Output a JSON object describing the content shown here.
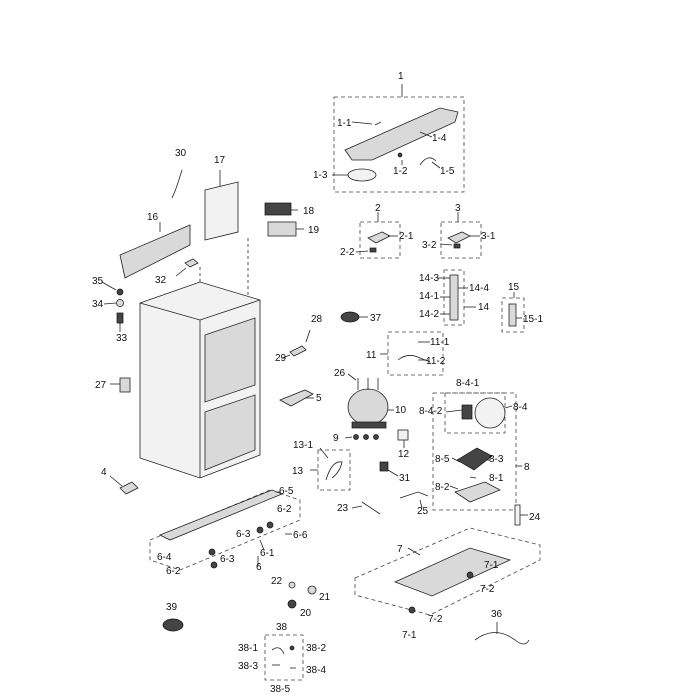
{
  "callouts": [
    {
      "id": "c1",
      "text": "1"
    },
    {
      "id": "c1_1",
      "text": "1-1"
    },
    {
      "id": "c1_2",
      "text": "1-2"
    },
    {
      "id": "c1_3",
      "text": "1-3"
    },
    {
      "id": "c1_4",
      "text": "1-4"
    },
    {
      "id": "c1_5",
      "text": "1-5"
    },
    {
      "id": "c2",
      "text": "2"
    },
    {
      "id": "c2_1",
      "text": "2-1"
    },
    {
      "id": "c2_2",
      "text": "2-2"
    },
    {
      "id": "c3",
      "text": "3"
    },
    {
      "id": "c3_1",
      "text": "3-1"
    },
    {
      "id": "c3_2",
      "text": "3-2"
    },
    {
      "id": "c4",
      "text": "4"
    },
    {
      "id": "c5",
      "text": "5"
    },
    {
      "id": "c6",
      "text": "6"
    },
    {
      "id": "c6_1",
      "text": "6-1"
    },
    {
      "id": "c6_2a",
      "text": "6-2"
    },
    {
      "id": "c6_2b",
      "text": "6-2"
    },
    {
      "id": "c6_3a",
      "text": "6-3"
    },
    {
      "id": "c6_3b",
      "text": "6-3"
    },
    {
      "id": "c6_4",
      "text": "6-4"
    },
    {
      "id": "c6_5",
      "text": "6-5"
    },
    {
      "id": "c6_6",
      "text": "6-6"
    },
    {
      "id": "c7",
      "text": "7"
    },
    {
      "id": "c7_1a",
      "text": "7-1"
    },
    {
      "id": "c7_1b",
      "text": "7-1"
    },
    {
      "id": "c7_2a",
      "text": "7-2"
    },
    {
      "id": "c7_2b",
      "text": "7-2"
    },
    {
      "id": "c8",
      "text": "8"
    },
    {
      "id": "c8_1",
      "text": "8-1"
    },
    {
      "id": "c8_2",
      "text": "8-2"
    },
    {
      "id": "c8_3",
      "text": "8-3"
    },
    {
      "id": "c8_4",
      "text": "8-4"
    },
    {
      "id": "c8_4_1",
      "text": "8-4-1"
    },
    {
      "id": "c8_4_2",
      "text": "8-4-2"
    },
    {
      "id": "c8_5",
      "text": "8-5"
    },
    {
      "id": "c9",
      "text": "9"
    },
    {
      "id": "c10",
      "text": "10"
    },
    {
      "id": "c11",
      "text": "11"
    },
    {
      "id": "c11_1",
      "text": "11-1"
    },
    {
      "id": "c11_2",
      "text": "11-2"
    },
    {
      "id": "c12",
      "text": "12"
    },
    {
      "id": "c13",
      "text": "13"
    },
    {
      "id": "c13_1",
      "text": "13-1"
    },
    {
      "id": "c14",
      "text": "14"
    },
    {
      "id": "c14_1",
      "text": "14-1"
    },
    {
      "id": "c14_2",
      "text": "14-2"
    },
    {
      "id": "c14_3",
      "text": "14-3"
    },
    {
      "id": "c14_4",
      "text": "14-4"
    },
    {
      "id": "c15",
      "text": "15"
    },
    {
      "id": "c15_1",
      "text": "15-1"
    },
    {
      "id": "c16",
      "text": "16"
    },
    {
      "id": "c17",
      "text": "17"
    },
    {
      "id": "c18",
      "text": "18"
    },
    {
      "id": "c19",
      "text": "19"
    },
    {
      "id": "c20",
      "text": "20"
    },
    {
      "id": "c21",
      "text": "21"
    },
    {
      "id": "c22",
      "text": "22"
    },
    {
      "id": "c23",
      "text": "23"
    },
    {
      "id": "c24",
      "text": "24"
    },
    {
      "id": "c25",
      "text": "25"
    },
    {
      "id": "c26",
      "text": "26"
    },
    {
      "id": "c27",
      "text": "27"
    },
    {
      "id": "c28",
      "text": "28"
    },
    {
      "id": "c29",
      "text": "29"
    },
    {
      "id": "c30",
      "text": "30"
    },
    {
      "id": "c31",
      "text": "31"
    },
    {
      "id": "c32",
      "text": "32"
    },
    {
      "id": "c33",
      "text": "33"
    },
    {
      "id": "c34",
      "text": "34"
    },
    {
      "id": "c35",
      "text": "35"
    },
    {
      "id": "c36",
      "text": "36"
    },
    {
      "id": "c37",
      "text": "37"
    },
    {
      "id": "c38",
      "text": "38"
    },
    {
      "id": "c38_1",
      "text": "38-1"
    },
    {
      "id": "c38_2",
      "text": "38-2"
    },
    {
      "id": "c38_3",
      "text": "38-3"
    },
    {
      "id": "c38_4",
      "text": "38-4"
    },
    {
      "id": "c38_5",
      "text": "38-5"
    },
    {
      "id": "c39",
      "text": "39"
    }
  ]
}
